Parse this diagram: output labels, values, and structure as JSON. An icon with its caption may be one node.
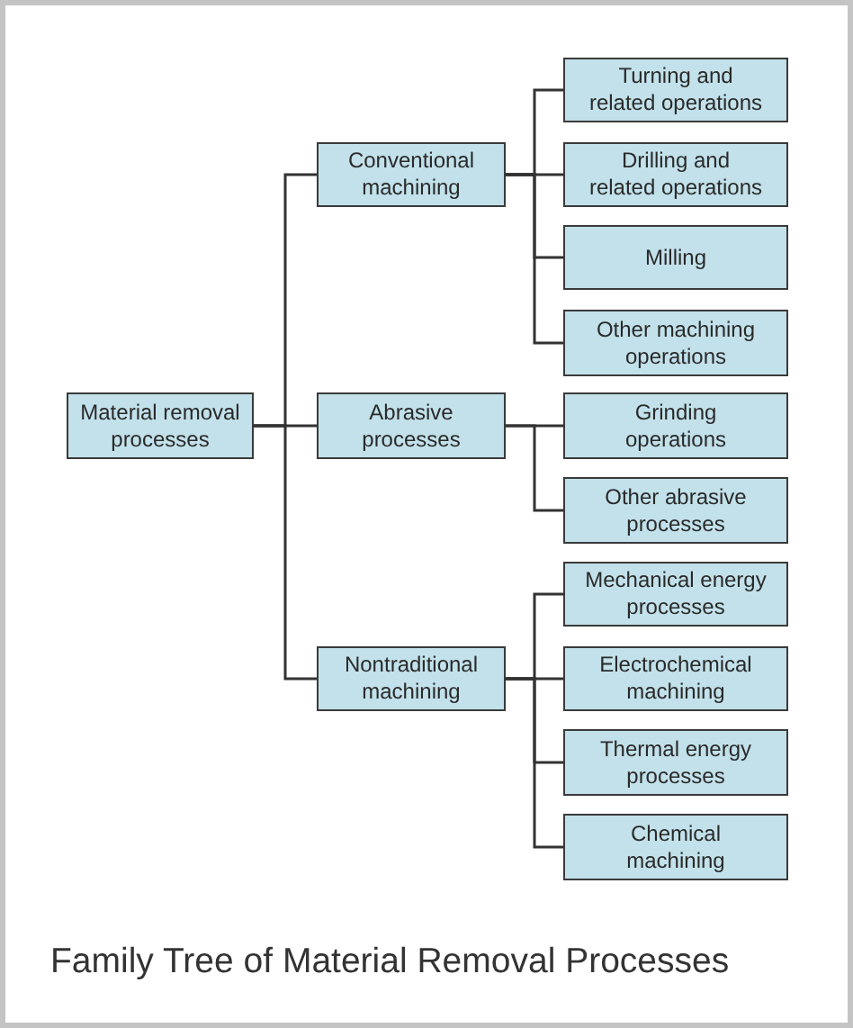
{
  "diagram": {
    "caption": "Family Tree of Material Removal Processes",
    "nodes": [
      {
        "text": [
          "Material removal processes"
        ]
      },
      {
        "text": [
          "Conventional machining"
        ]
      },
      {
        "text": [
          "Abrasive processes"
        ]
      },
      {
        "text": [
          "Nontraditional machining"
        ]
      },
      {
        "text": [
          "Turning and related operations"
        ]
      },
      {
        "text": [
          "Drilling and related operations"
        ]
      },
      {
        "text": [
          "Milling"
        ]
      },
      {
        "text": [
          "Other machining operations"
        ]
      },
      {
        "text": [
          "Grinding operations"
        ]
      },
      {
        "text": [
          "Other abrasive processes"
        ]
      },
      {
        "text": [
          "Mechanical energy processes"
        ]
      },
      {
        "text": [
          "Electrochemical machining"
        ]
      },
      {
        "text": [
          "Thermal energy processes"
        ]
      },
      {
        "text": [
          "Chemical machining"
        ]
      }
    ],
    "edges": [
      {
        "from": 0,
        "to": 1,
        "arrow": "none"
      },
      {
        "from": 0,
        "to": 2,
        "arrow": "none"
      },
      {
        "from": 0,
        "to": 3,
        "arrow": "none"
      },
      {
        "from": 1,
        "to": 4,
        "arrow": "none"
      },
      {
        "from": 1,
        "to": 5,
        "arrow": "none"
      },
      {
        "from": 1,
        "to": 6,
        "arrow": "none"
      },
      {
        "from": 1,
        "to": 7,
        "arrow": "none"
      },
      {
        "from": 2,
        "to": 8,
        "arrow": "none"
      },
      {
        "from": 2,
        "to": 9,
        "arrow": "none"
      },
      {
        "from": 3,
        "to": 10,
        "arrow": "none"
      },
      {
        "from": 3,
        "to": 11,
        "arrow": "none"
      },
      {
        "from": 3,
        "to": 12,
        "arrow": "none"
      },
      {
        "from": 3,
        "to": 13,
        "arrow": "none"
      }
    ]
  }
}
